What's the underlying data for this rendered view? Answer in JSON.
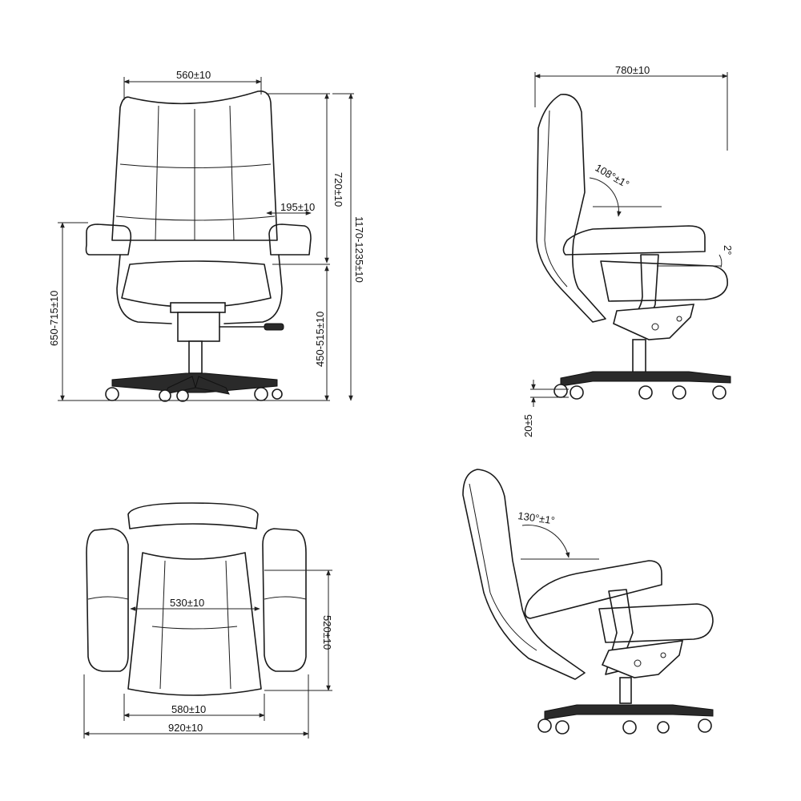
{
  "views": {
    "front": {
      "seat_width": "560±10",
      "back_height": "720±10",
      "armrest_width": "195±10",
      "overall_height": "1170-1235±10",
      "arm_height": "650-715±10",
      "seat_height": "450-515±10"
    },
    "side": {
      "depth": "780±10",
      "back_angle": "108°±1°",
      "seat_tilt": "2°",
      "base_clearance": "20±5"
    },
    "top": {
      "seat_width": "530±10",
      "seat_depth": "520±10",
      "base_width": "580±10",
      "overall_width": "920±10"
    },
    "reclined": {
      "recline_angle": "130°±1°"
    }
  },
  "colors": {
    "line": "#1a1a1a",
    "background": "#ffffff"
  }
}
